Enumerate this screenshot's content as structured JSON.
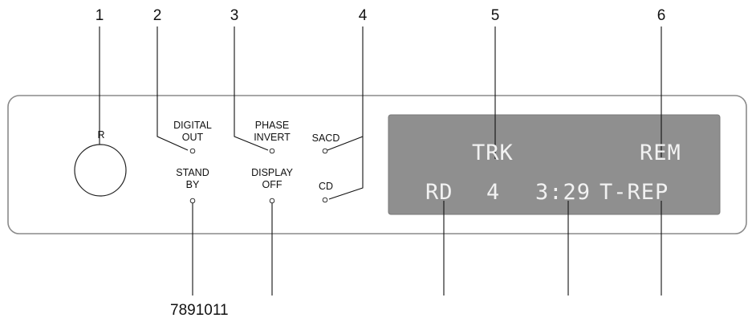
{
  "callouts": {
    "top": [
      "1",
      "2",
      "3",
      "4",
      "5",
      "6"
    ],
    "bottom": "7891011"
  },
  "knob": {
    "label": "R"
  },
  "buttons": {
    "digital_out": [
      "DIGITAL",
      "OUT"
    ],
    "phase_invert": [
      "PHASE",
      "INVERT"
    ],
    "stand_by": [
      "STAND",
      "BY"
    ],
    "display_off": [
      "DISPLAY",
      "OFF"
    ],
    "sacd": "SACD",
    "cd": "CD"
  },
  "display": {
    "line1_left": "TRK",
    "line1_right": "REM",
    "line2_rd": "RD",
    "line2_track": "4",
    "line2_time": "3:29",
    "line2_mode": "T-REP"
  },
  "colors": {
    "panel_border": "#8a8a8a",
    "lcd_background": "#8f8f8f",
    "lcd_text": "#f2f2f2",
    "line": "#111111"
  }
}
